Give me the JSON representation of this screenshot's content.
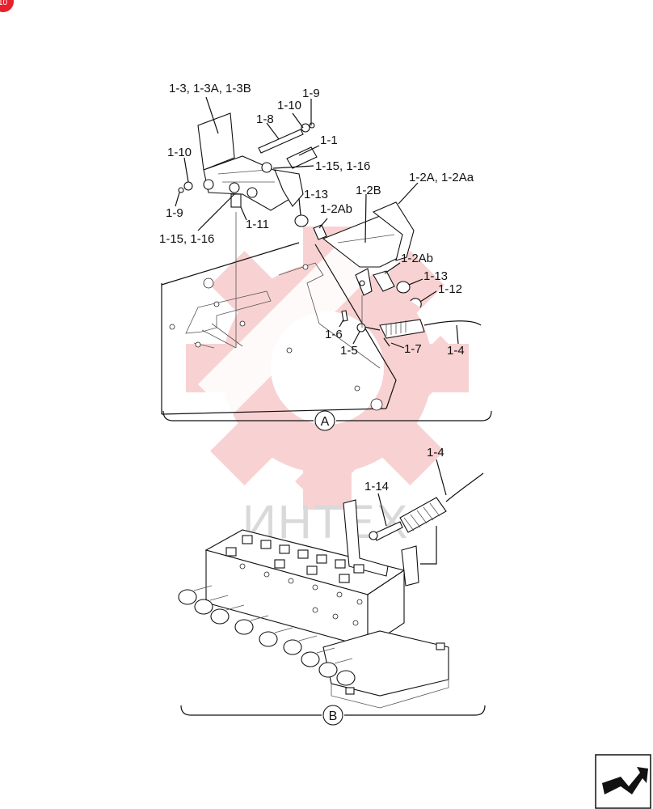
{
  "page_badge": "10",
  "watermark": "ИНТЕХ",
  "section_a": {
    "marker": "A",
    "labels": {
      "l_1_3": "1-3, 1-3A, 1-3B",
      "l_1_9_top": "1-9",
      "l_1_10_top": "1-10",
      "l_1_8": "1-8",
      "l_1_1": "1-1",
      "l_1_15_top": "1-15, 1-16",
      "l_1_10_left": "1-10",
      "l_1_9_left": "1-9",
      "l_1_15_left": "1-15, 1-16",
      "l_1_11": "1-11",
      "l_1_13_top": "1-13",
      "l_1_2a": "1-2A, 1-2Aa",
      "l_1_2b": "1-2B",
      "l_1_2ab_top": "1-2Ab",
      "l_1_2ab_bottom": "1-2Ab",
      "l_1_13_bottom": "1-13",
      "l_1_12": "1-12",
      "l_1_6": "1-6",
      "l_1_5": "1-5",
      "l_1_7": "1-7",
      "l_1_4": "1-4"
    }
  },
  "section_b": {
    "marker": "B",
    "labels": {
      "l_1_4": "1-4",
      "l_1_14": "1-14"
    }
  },
  "colors": {
    "watermark_gear": "#f5b5b5",
    "badge": "#e8202a",
    "line": "#111111"
  },
  "icons": {
    "nav": "next-page-arrow-icon"
  }
}
